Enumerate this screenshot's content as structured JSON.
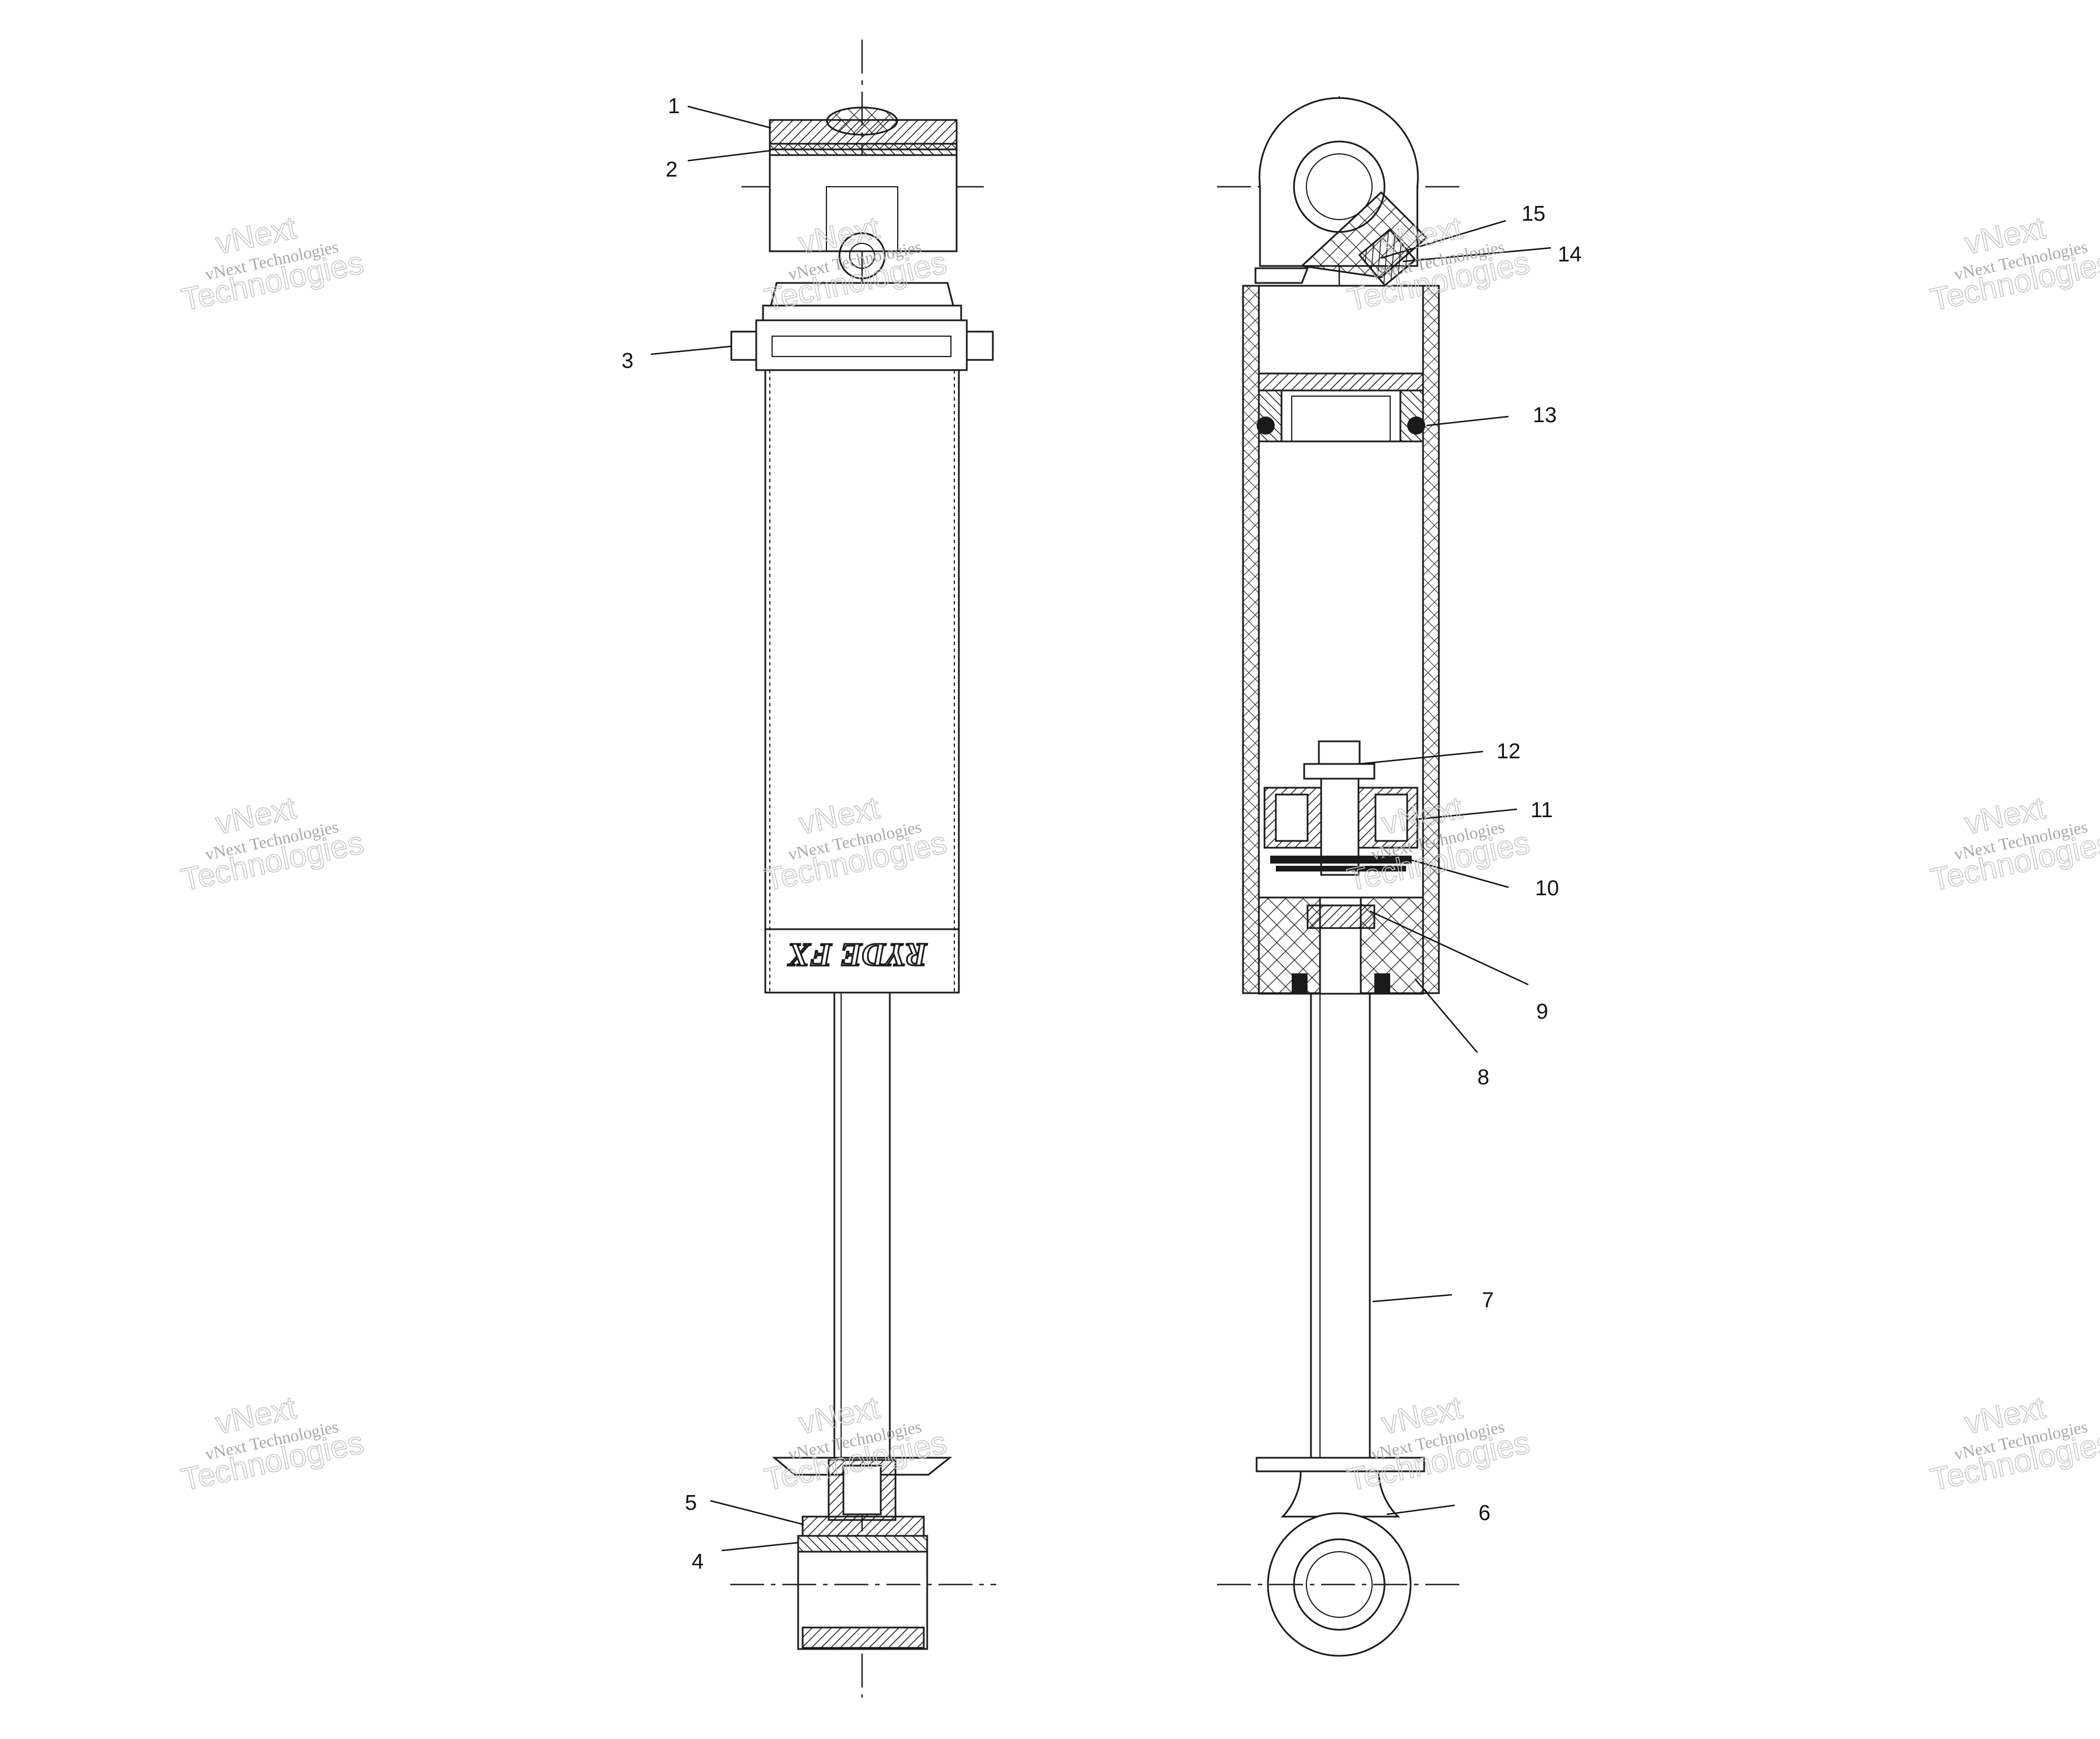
{
  "diagram": {
    "callouts": [
      {
        "id": "1",
        "label": "1"
      },
      {
        "id": "2",
        "label": "2"
      },
      {
        "id": "3",
        "label": "3"
      },
      {
        "id": "4",
        "label": "4"
      },
      {
        "id": "5",
        "label": "5"
      },
      {
        "id": "6",
        "label": "6"
      },
      {
        "id": "7",
        "label": "7"
      },
      {
        "id": "8",
        "label": "8"
      },
      {
        "id": "9",
        "label": "9"
      },
      {
        "id": "10",
        "label": "10"
      },
      {
        "id": "11",
        "label": "11"
      },
      {
        "id": "12",
        "label": "12"
      },
      {
        "id": "13",
        "label": "13"
      },
      {
        "id": "14",
        "label": "14"
      },
      {
        "id": "15",
        "label": "15"
      }
    ],
    "logo_text": "RYDE FX",
    "watermark": {
      "line1": "vNext Technologies",
      "line2": "vNext",
      "line3": "Technologies"
    }
  }
}
